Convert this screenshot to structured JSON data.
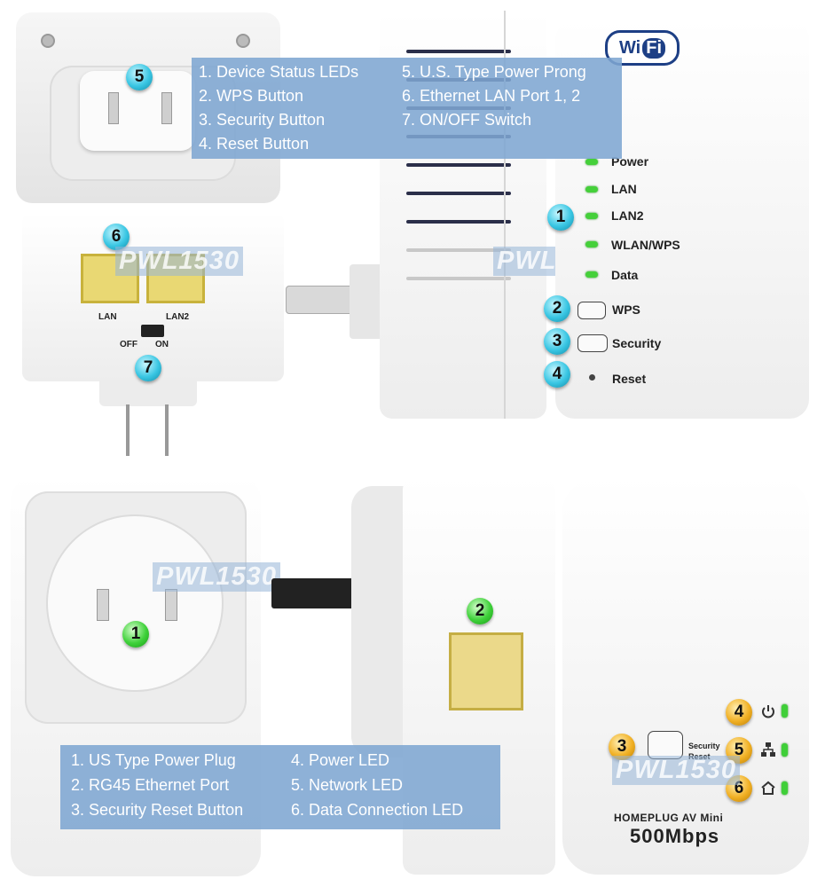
{
  "top_info": {
    "items": [
      "1. Device Status LEDs",
      "2. WPS Button",
      "3. Security Button",
      "4. Reset Button",
      "5. U.S. Type Power Prong",
      "6. Ethernet LAN Port 1, 2",
      "7. ON/OFF Switch"
    ]
  },
  "bottom_info": {
    "items": [
      "1. US Type Power Plug",
      "2. RG45 Ethernet Port",
      "3. Security Reset Button",
      "4. Power LED",
      "5. Network LED",
      "6. Data Connection LED"
    ]
  },
  "watermark": "PWL1530",
  "wifi_logo": {
    "wi": "Wi",
    "fi": "Fi"
  },
  "top_badges": {
    "b1": "1",
    "b2": "2",
    "b3": "3",
    "b4": "4",
    "b5": "5",
    "b6": "6",
    "b7": "7"
  },
  "bottom_badges": {
    "b1": "1",
    "b2": "2",
    "b3": "3",
    "b4": "4",
    "b5": "5",
    "b6": "6"
  },
  "front_labels": {
    "power": "Power",
    "lan": "LAN",
    "lan2": "LAN2",
    "wlan_wps": "WLAN/WPS",
    "data": "Data",
    "wps": "WPS",
    "security": "Security",
    "reset": "Reset"
  },
  "port_labels": {
    "lan": "LAN",
    "lan2": "LAN2",
    "off": "OFF",
    "on": "ON"
  },
  "bottom_device": {
    "security_reset_line1": "Security",
    "security_reset_line2": "Reset",
    "product_name": "HOMEPLUG AV Mini",
    "speed": "500Mbps"
  },
  "colors": {
    "info_box": "#7ea6d2",
    "badge_cyan": "#39c6e3",
    "badge_green": "#3fd13a",
    "badge_orange": "#f1b024",
    "led_green": "#45d03a",
    "port_yellow": "#e9d873"
  },
  "icons": [
    "power-icon",
    "network-icon",
    "home-icon"
  ]
}
